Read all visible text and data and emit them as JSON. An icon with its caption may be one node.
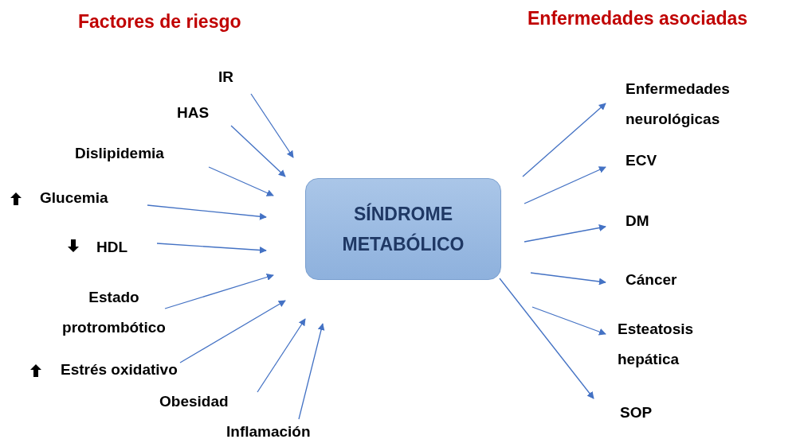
{
  "diagram": {
    "nodes": [
      {
        "text": [
          "IR"
        ]
      },
      {
        "text": [
          "HAS"
        ]
      },
      {
        "text": [
          "Dislipidemia"
        ]
      },
      {
        "text": [
          "Glucemia"
        ]
      },
      {
        "text": [
          "HDL"
        ]
      },
      {
        "text": [
          "Estado protrombótico"
        ]
      },
      {
        "text": [
          "Estrés oxidativo"
        ]
      },
      {
        "text": [
          "Obesidad"
        ]
      },
      {
        "text": [
          "Inflamación"
        ]
      },
      {
        "text": [
          "SÍNDROME METABÓLICO"
        ]
      },
      {
        "text": [
          "Enfermedades neurológicas"
        ]
      },
      {
        "text": [
          "ECV"
        ]
      },
      {
        "text": [
          "DM"
        ]
      },
      {
        "text": [
          "Cáncer"
        ]
      },
      {
        "text": [
          "Esteatosis hepática"
        ]
      },
      {
        "text": [
          "SOP"
        ]
      }
    ],
    "edges": [
      {
        "from": 0,
        "to": 9,
        "arrow": "to"
      },
      {
        "from": 1,
        "to": 9,
        "arrow": "to"
      },
      {
        "from": 2,
        "to": 9,
        "arrow": "to"
      },
      {
        "from": 3,
        "to": 9,
        "arrow": "to"
      },
      {
        "from": 4,
        "to": 9,
        "arrow": "to"
      },
      {
        "from": 5,
        "to": 9,
        "arrow": "to"
      },
      {
        "from": 6,
        "to": 9,
        "arrow": "to"
      },
      {
        "from": 7,
        "to": 9,
        "arrow": "to"
      },
      {
        "from": 8,
        "to": 9,
        "arrow": "to"
      },
      {
        "from": 9,
        "to": 10,
        "arrow": "to"
      },
      {
        "from": 9,
        "to": 11,
        "arrow": "to"
      },
      {
        "from": 9,
        "to": 12,
        "arrow": "to"
      },
      {
        "from": 9,
        "to": 13,
        "arrow": "to"
      },
      {
        "from": 9,
        "to": 14,
        "arrow": "to"
      },
      {
        "from": 9,
        "to": 15,
        "arrow": "to"
      }
    ],
    "labels": [
      "Factores de riesgo",
      "Enfermedades asociadas"
    ]
  }
}
